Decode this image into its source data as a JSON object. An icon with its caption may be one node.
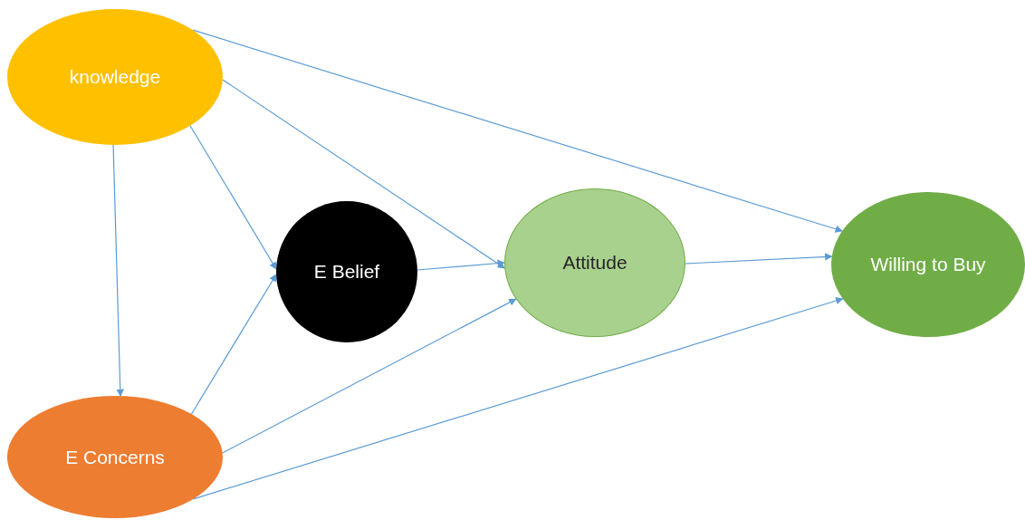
{
  "diagram": {
    "nodes": [
      {
        "text": [
          "knowledge"
        ]
      },
      {
        "text": [
          "E Belief"
        ]
      },
      {
        "text": [
          "Attitude"
        ]
      },
      {
        "text": [
          "Willing to Buy"
        ]
      },
      {
        "text": [
          "E Concerns"
        ]
      }
    ],
    "edges": [
      {
        "from": 0,
        "to": 3,
        "arrow": "to"
      },
      {
        "from": 0,
        "to": 2,
        "arrow": "to"
      },
      {
        "from": 0,
        "to": 1,
        "arrow": "to"
      },
      {
        "from": 0,
        "to": 4,
        "arrow": "to"
      },
      {
        "from": 1,
        "to": 2,
        "arrow": "to"
      },
      {
        "from": 4,
        "to": 1,
        "arrow": "to"
      },
      {
        "from": 4,
        "to": 2,
        "arrow": "to"
      },
      {
        "from": 4,
        "to": 3,
        "arrow": "to"
      },
      {
        "from": 2,
        "to": 3,
        "arrow": "to"
      }
    ]
  }
}
